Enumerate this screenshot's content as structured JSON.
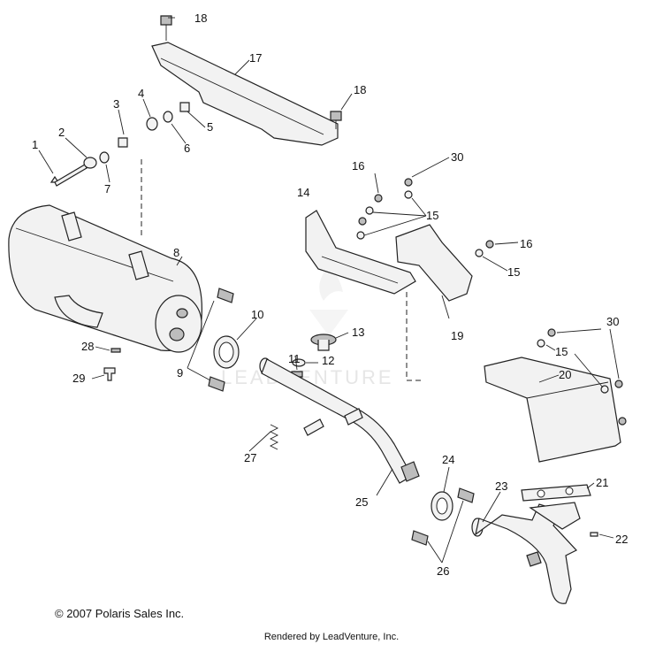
{
  "copyright": "© 2007 Polaris Sales Inc.",
  "rendered_by": "Rendered by LeadVenture, Inc.",
  "watermark": "LEADVENTURE",
  "callouts": {
    "c1": "1",
    "c2": "2",
    "c3": "3",
    "c4": "4",
    "c5": "5",
    "c6": "6",
    "c7": "7",
    "c8": "8",
    "c9": "9",
    "c10": "10",
    "c11": "11",
    "c12": "12",
    "c13": "13",
    "c14": "14",
    "c15a": "15",
    "c15b": "15",
    "c15c": "15",
    "c16a": "16",
    "c16b": "16",
    "c17": "17",
    "c18a": "18",
    "c18b": "18",
    "c19": "19",
    "c20": "20",
    "c21": "21",
    "c22": "22",
    "c23": "23",
    "c24": "24",
    "c25": "25",
    "c26": "26",
    "c27": "27",
    "c28": "28",
    "c29": "29",
    "c30a": "30",
    "c30b": "30"
  }
}
